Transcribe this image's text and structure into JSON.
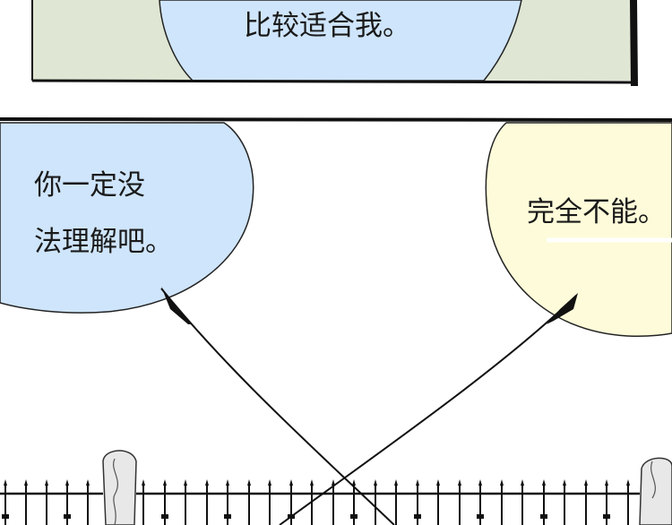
{
  "panels": {
    "top": {
      "speech_bubble_text": "比较适合我。",
      "colors": {
        "background": "#dfe6d3",
        "bubble": "#cfe5fb",
        "border": "#111111"
      }
    },
    "bottom": {
      "left_bubble": {
        "lines": [
          "你一定没",
          "法理解吧。"
        ],
        "color": "#cfe5fb"
      },
      "right_bubble": {
        "text": "完全不能。",
        "color": "#fdfbd9"
      }
    }
  }
}
